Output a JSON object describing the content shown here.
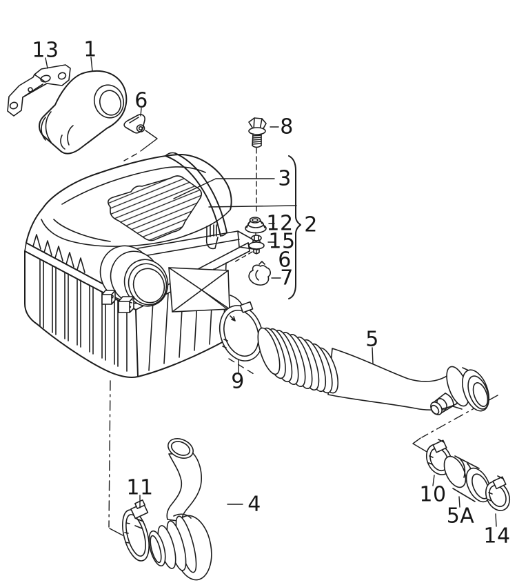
{
  "diagram": {
    "background_color": "#ffffff",
    "line_color": "#1c1c1c",
    "callouts": {
      "c13": "13",
      "c1": "1",
      "c6_top": "6",
      "c8": "8",
      "c3": "3",
      "c12": "12",
      "c2": "2",
      "c15": "15",
      "c6_list": "6",
      "c7": "7",
      "c9": "9",
      "c5": "5",
      "c4": "4",
      "c11": "11",
      "c10": "10",
      "c5a": "5A",
      "c14": "14"
    }
  }
}
